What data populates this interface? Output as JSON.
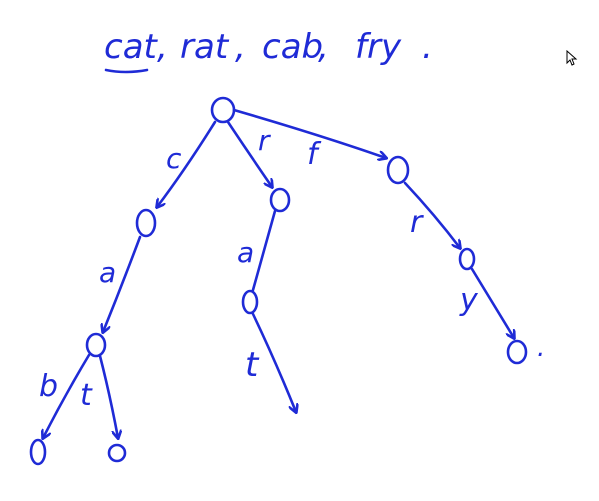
{
  "header": {
    "words": [
      "cat",
      "rat",
      "cab",
      "fry"
    ],
    "separator": ",",
    "terminator": "."
  },
  "edges": {
    "root_c": "c",
    "root_r": "r",
    "root_f": "f",
    "c_a": "a",
    "a_b": "b",
    "a_t": "t",
    "r_a": "a",
    "ra_t": "t",
    "f_r": "r",
    "fr_y": "y"
  },
  "end_mark": ".",
  "colors": {
    "ink": "#1f2bd6",
    "background": "#ffffff"
  },
  "icons": {
    "cursor": "mouse-pointer-icon"
  }
}
